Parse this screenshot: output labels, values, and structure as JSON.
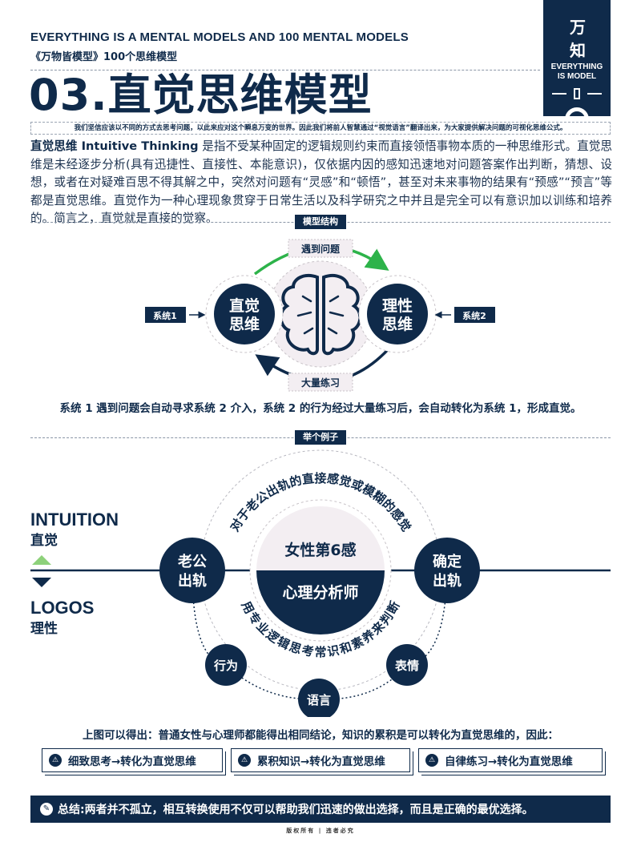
{
  "header": {
    "title_en": "EVERYTHING IS A MENTAL MODELS AND 100 MENTAL MODELS",
    "title_cn": "《万物皆模型》100个思维模型",
    "main_title": "03.直觉思维模型",
    "tagline": "我们坚信应该以不同的方式去思考问题，以此来应对这个瞬息万变的世界。因此我们将前人智慧通过“视觉语言”翻译出来，为大家提供解决问题的可视化思维公式。"
  },
  "logo": {
    "mark": "万知",
    "line1": "EVERYTHING",
    "line2": "IS MODEL"
  },
  "intro": {
    "term": "直觉思维  Intuitive Thinking",
    "text": " 是指不受某种固定的逻辑规则约束而直接领悟事物本质的一种思维形式。直觉思维是未经逐步分析(具有迅捷性、直接性、本能意识)，仅依据内因的感知迅速地对问题答案作出判断，猜想、设想，或者在对疑难百思不得其解之中，突然对问题有“灵感”和“顿悟”，甚至对未来事物的结果有“预感”“预言”等都是直觉思维。直觉作为一种心理现象贯穿于日常生活以及科学研究之中并且是完全可以有意识加以训练和培养的。简言之，直觉就是直接的觉察。"
  },
  "structure": {
    "section_label": "模型结构",
    "top_label": "遇到问题",
    "bottom_label": "大量练习",
    "left_node": [
      "直觉",
      "思维"
    ],
    "right_node": [
      "理性",
      "思维"
    ],
    "system1": "系统1",
    "system2": "系统2",
    "center_icon": "brain-icon",
    "caption": "系统 1 遇到问题会自动寻求系统 2 介入，系统 2 的行为经过大量练习后，会自动转化为系统 1，形成直觉。"
  },
  "example": {
    "section_label": "举个例子",
    "intuition_en": "INTUITION",
    "intuition_cn": "直觉",
    "logos_en": "LOGOS",
    "logos_cn": "理性",
    "left_node": [
      "老公",
      "出轨"
    ],
    "right_node": [
      "确定",
      "出轨"
    ],
    "center_top": "女性第6感",
    "center_bottom": "心理分析师",
    "arc_top": "对于老公出轨的直接感觉或模糊的感觉",
    "arc_bottom": "用专业逻辑思考常识和素养来判断",
    "small_nodes": [
      "行为",
      "语言",
      "表情"
    ]
  },
  "conclusion": {
    "text": "上图可以得出：普通女性与心理师都能得出相同结论，知识的累积是可以转化为直觉思维的，因此：",
    "tips": [
      "细致思考→转化为直觉思维",
      "累积知识→转化为直觉思维",
      "自律练习→转化为直觉思维"
    ],
    "tip_icon": "warning-icon"
  },
  "summary": {
    "icon": "note-icon",
    "text": "总结:两者并不孤立，相互转换使用不仅可以帮助我们迅速的做出选择，而且是正确的最优选择。"
  },
  "footer": "版权所有 | 违者必究",
  "colors": {
    "navy": "#0f2a4a",
    "green": "#2db34a",
    "light": "#f3eef2"
  }
}
